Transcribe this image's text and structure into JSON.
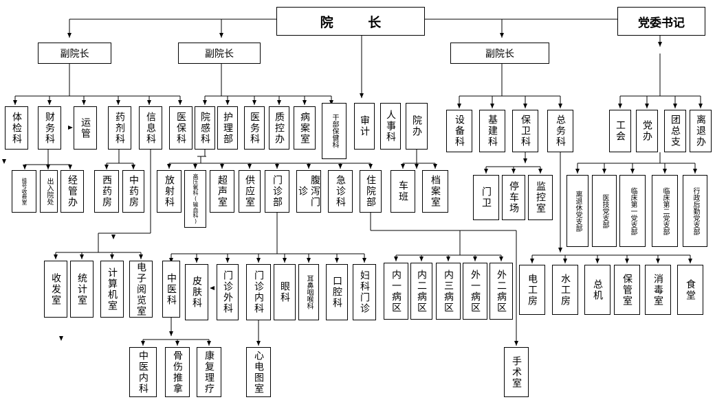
{
  "chart": {
    "top": {
      "president": "院 长",
      "party_secretary": "党委书记"
    },
    "vice_presidents": [
      "副院长",
      "副院长",
      "副院长"
    ],
    "depts": {
      "physical_exam": "体检科",
      "finance": "财务科",
      "transport": "运管",
      "pharmacy": "药剂科",
      "info": "信息科",
      "medical_insurance": "医保科",
      "infection": "院感科",
      "nursing": "护理部",
      "medical_affairs": "医务科",
      "quality": "质控办",
      "medical_records": "病案室",
      "cadre_health": "干部保健科",
      "audit": "审计",
      "hr": "人事科",
      "office": "院办",
      "equipment": "设备科",
      "construction": "基建科",
      "security": "保卫科",
      "general_affairs": "总务科",
      "union": "工会",
      "party_office": "党办",
      "youth_league": "团总支",
      "retirement": "离退办"
    },
    "level2": {
      "charge_room": "挂号收费室",
      "discharge": "出入院处",
      "economic_mgmt": "经管办",
      "western_pharmacy": "西药房",
      "chinese_pharmacy": "中药房",
      "radiology": "放射科",
      "hyperbaric": "高压氧科(输血科)",
      "ultrasound": "超声室",
      "supply": "供应室",
      "outpatient": "门诊部",
      "intestinal_clinic": "腹泻门诊",
      "emergency": "急诊科",
      "inpatient": "住院部",
      "motorcade": "车班",
      "archives": "档案室",
      "gate_guard": "门卫",
      "parking": "停车场",
      "monitoring": "监控室",
      "retired_branch": "离退休党支部",
      "medtech_branch": "医技党支部",
      "clinical_1_branch": "临床第一党支部",
      "clinical_2_branch": "临床第二党支部",
      "logistics_branch": "行政后勤党支部"
    },
    "level3": {
      "mailroom": "收发室",
      "statistics": "统计室",
      "computer_room": "计算机室",
      "e_reading": "电子阅览室",
      "tcm": "中医科",
      "dermatology": "皮肤科",
      "outpatient_surgery": "门诊外科",
      "outpatient_internal": "门诊内科",
      "ophthalmology": "眼科",
      "ent": "耳鼻咽喉科",
      "stomatology": "口腔科",
      "gynecology_clinic": "妇科门诊",
      "internal_1": "内一病区",
      "internal_2": "内二病区",
      "internal_3": "内三病区",
      "surgery_1": "外一病区",
      "surgery_2": "外二病区",
      "electrician": "电工房",
      "plumber": "水工房",
      "switchboard": "总机",
      "storage": "保管室",
      "disinfection": "消毒室",
      "canteen": "食堂"
    },
    "level4": {
      "tcm_internal": "中医内科",
      "orthopedic_massage": "骨伤推拿",
      "rehab_therapy": "康复理疗",
      "ecg_room": "心电图室",
      "operating_room": "手术室"
    }
  }
}
